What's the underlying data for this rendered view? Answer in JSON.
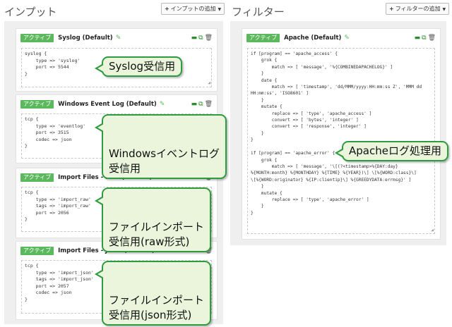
{
  "input_section": {
    "title": "インプット",
    "add_button": "インプットの追加",
    "cards": [
      {
        "badge": "アクティブ",
        "title": "Syslog (Default)",
        "code": "syslog {\n    type => 'syslog'\n    port => 5544\n}",
        "callout": "Syslog受信用"
      },
      {
        "badge": "アクティブ",
        "title": "Windows Event Log (Default)",
        "code": "tcp {\n    type => 'eventlog'\n    port => 3515\n    codec => json\n}",
        "callout": "Windowsイベントログ\n受信用"
      },
      {
        "badge": "アクティブ",
        "title": "Import Files - Raw (Default)",
        "code": "tcp {\n    type => 'import_raw'\n    tags => 'import_raw'\n    port => 2056\n}",
        "callout": "ファイルインポート\n受信用(raw形式)"
      },
      {
        "badge": "アクティブ",
        "title": "Import Files - JSON (Default)",
        "code": "tcp {\n    type => 'import_json'\n    tags => 'import_json'\n    port => 2057\n    codec => json\n}",
        "callout": "ファイルインポート\n受信用(json形式)"
      }
    ]
  },
  "filter_section": {
    "title": "フィルター",
    "add_button": "フィルターの追加",
    "card": {
      "badge": "アクティブ",
      "title": "Apache (Default)",
      "code": "if [program] == 'apache_access' {\n    grok {\n        match => [ 'message', '%{COMBINEDAPACHELOG}' ]\n    }\n    date {\n        match => [ 'timestamp', 'dd/MMM/yyyy:HH:mm:ss Z', 'MMM dd\nHH:mm:ss', 'ISO8601' ]\n    }\n    mutate {\n        replace => [ 'type', 'apache_access' ]\n        convert => [ 'bytes', 'integer' ]\n        convert => [ 'response', 'integer' ]\n    }\n}\n\nif [program] == 'apache_error' {\n    grok {\n        match => [ 'message', '\\[(?<timestamp>%{DAY:day}\n%{MONTH:month} %{MONTHDAY} %{TIME} %{YEAR})\\] \\[%{WORD:class}\\]\n\\[%{WORD:originator} %{IP:clientip}\\] %{GREEDYDATA:errmsg}' ]\n    }\n    mutate {\n        replace => [ 'type', 'apache_error' ]\n    }\n}",
      "callout": "Apacheログ処理用"
    }
  },
  "icons": {
    "pencil": "pencil-icon",
    "minus": "minus-icon",
    "copy": "copy-icon",
    "trash": "trash-icon",
    "caret": "caret-down-icon"
  },
  "colors": {
    "badge": "#5cb85c",
    "callout_border": "#2e9b3e",
    "callout_bg": "#eaf5dc"
  }
}
